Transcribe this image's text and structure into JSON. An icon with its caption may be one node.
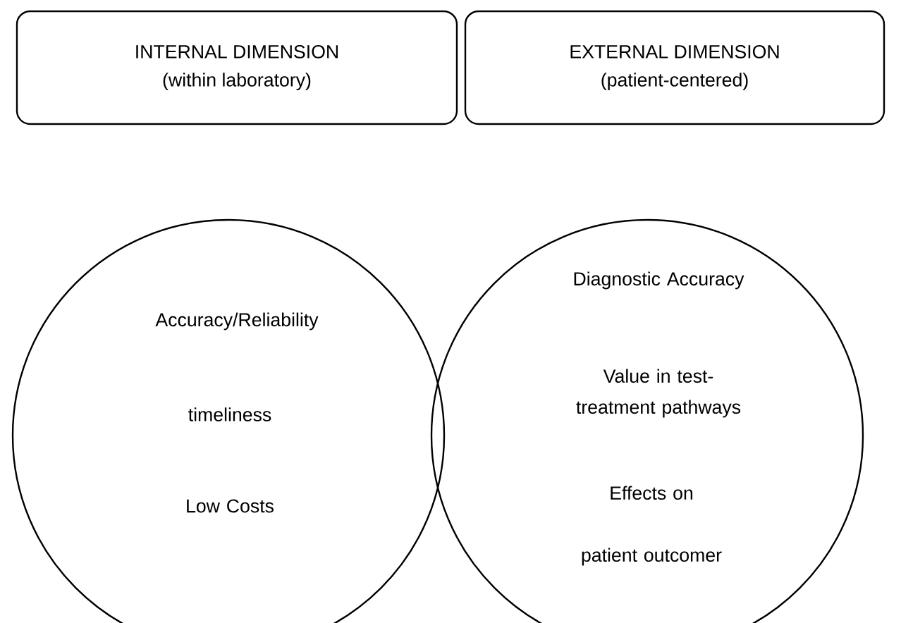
{
  "diagram": {
    "nodes": [
      {
        "text": [
          "INTERNAL DIMENSION",
          "(within laboratory)"
        ]
      },
      {
        "text": [
          "EXTERNAL DIMENSION",
          "(patient-centered)"
        ]
      },
      {
        "text": [
          "Accuracy/Reliability",
          "timeliness",
          "Low Costs"
        ]
      },
      {
        "text": [
          "Diagnostic Accuracy",
          "Value in test-treatment pathways",
          "Effects on patient outcomer"
        ]
      }
    ]
  }
}
